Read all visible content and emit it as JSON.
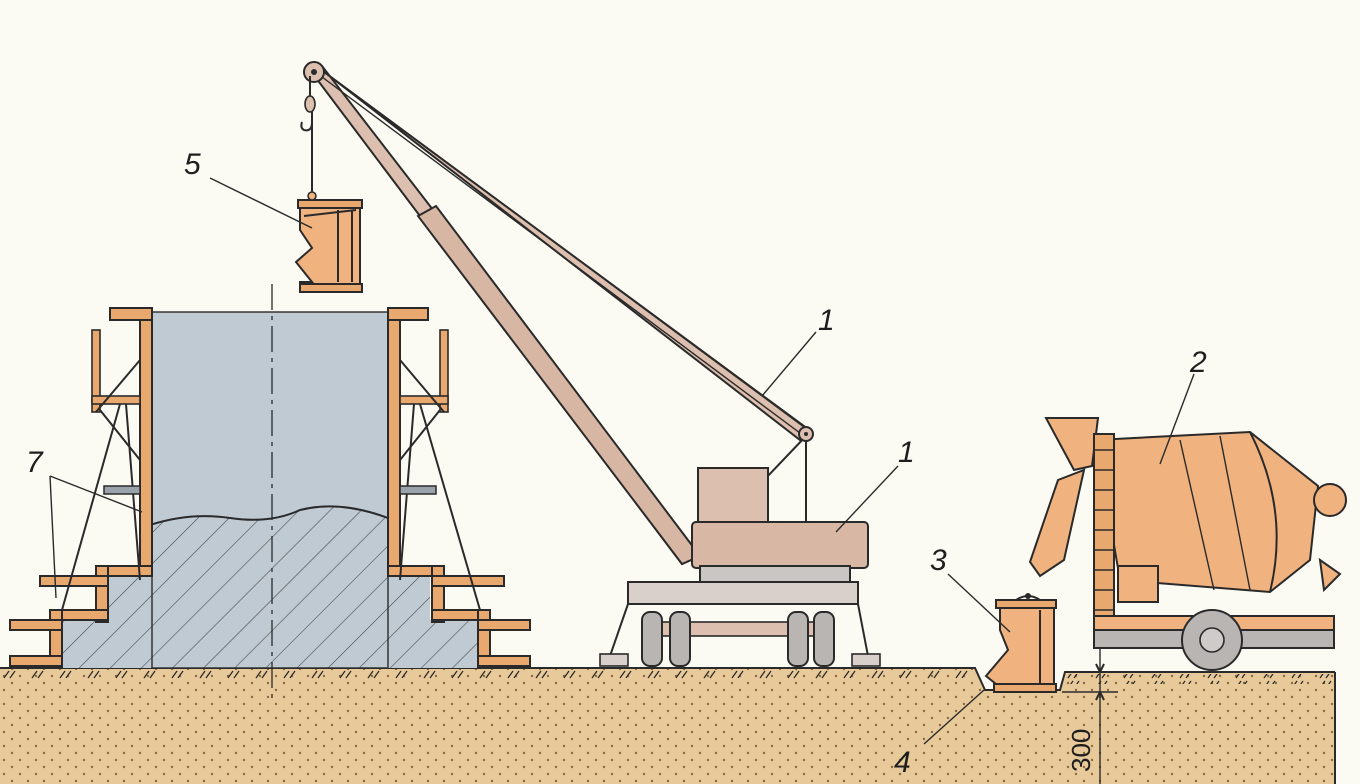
{
  "labels": {
    "boom": "1",
    "crane": "1",
    "mixer": "2",
    "hopper_ground": "3",
    "pit": "4",
    "bucket": "5",
    "formwork": "7"
  },
  "dimension": {
    "depth": "300"
  },
  "colors": {
    "background": "#fbfaf3",
    "ground": "#e8c99a",
    "ground_dots": "#8a6a3f",
    "concrete": "#bfcad3",
    "formwork": "#e9a86e",
    "crane": "#dcbfae",
    "mixer": "#f0b27f",
    "outline": "#2a2a2a"
  }
}
